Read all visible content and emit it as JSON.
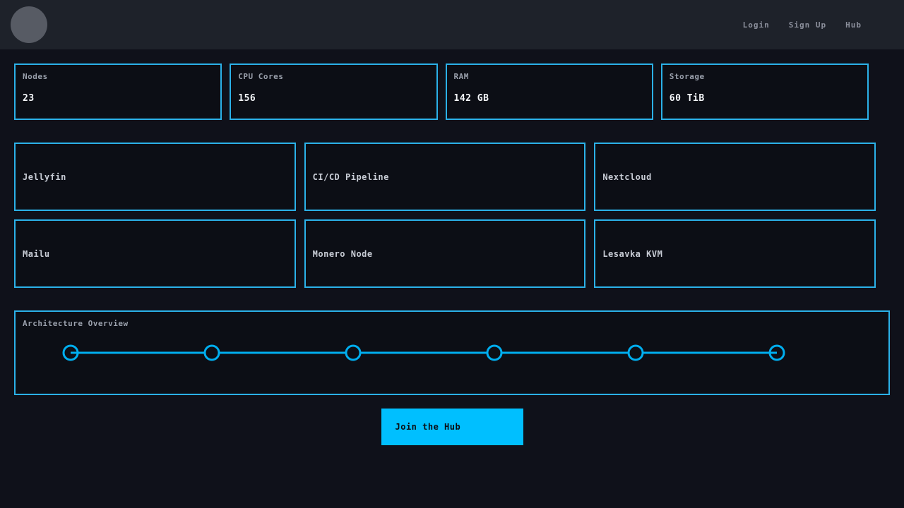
{
  "navbar": {
    "links": [
      {
        "label": "Login"
      },
      {
        "label": "Sign Up"
      },
      {
        "label": "Hub"
      }
    ]
  },
  "stats": [
    {
      "label": "Nodes",
      "value": "23"
    },
    {
      "label": "CPU Cores",
      "value": "156"
    },
    {
      "label": "RAM",
      "value": "142 GB"
    },
    {
      "label": "Storage",
      "value": "60 TiB"
    }
  ],
  "services": [
    {
      "name": "Jellyfin"
    },
    {
      "name": "CI/CD Pipeline"
    },
    {
      "name": "Nextcloud"
    },
    {
      "name": "Mailu"
    },
    {
      "name": "Monero Node"
    },
    {
      "name": "Lesavka KVM"
    }
  ],
  "architecture": {
    "title": "Architecture Overview",
    "node_count": 6
  },
  "cta": {
    "label": "Join the Hub"
  },
  "colors": {
    "page_background": "#0f111a",
    "navbar_background": "#1e222a",
    "card_background": "#0c0e15",
    "card_border": "#2bb1e8",
    "diagram_line": "#00aeef",
    "button_background": "#00bfff",
    "label_gray": "#9aa0ac",
    "value_white": "#f4f6f9"
  }
}
